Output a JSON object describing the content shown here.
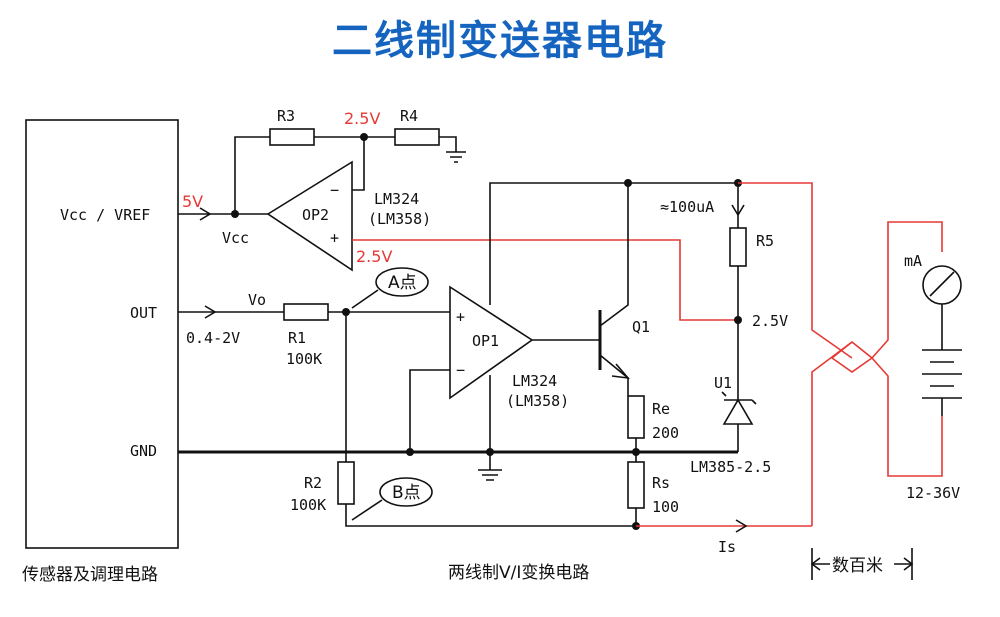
{
  "title": "二线制变送器电路",
  "labels": {
    "vcc_vref": "Vcc / VREF",
    "out": "OUT",
    "gnd": "GND",
    "vcc": "Vcc",
    "vo": "Vo",
    "range": "0.4-2V",
    "r1": "R1",
    "r1_val": "100K",
    "r2": "R2",
    "r2_val": "100K",
    "r3": "R3",
    "r4": "R4",
    "r5": "R5",
    "op1": "OP1",
    "op2": "OP2",
    "lm324_a": "LM324",
    "lm358_a": "(LM358)",
    "lm324_b": "LM324",
    "lm358_b": "(LM358)",
    "q1": "Q1",
    "re": "Re",
    "re_val": "200",
    "rs": "Rs",
    "rs_val": "100",
    "u1": "U1",
    "lm385": "LM385-2.5",
    "current": "≈100uA",
    "v25": "2.5V",
    "ma": "mA",
    "supply": "12-36V",
    "is": "Is",
    "point_a": "A点",
    "point_b": "B点",
    "plus": "+",
    "minus": "−",
    "sensor_block": "传感器及调理电路",
    "vi_block": "两线制V/I变换电路",
    "distance": "数百米"
  },
  "annotations": {
    "v5": "5V",
    "v25_top": "2.5V",
    "v25_op2": "2.5V"
  },
  "colors": {
    "title": "#1565c0",
    "annotation": "#e53935",
    "wire": "#111111"
  }
}
